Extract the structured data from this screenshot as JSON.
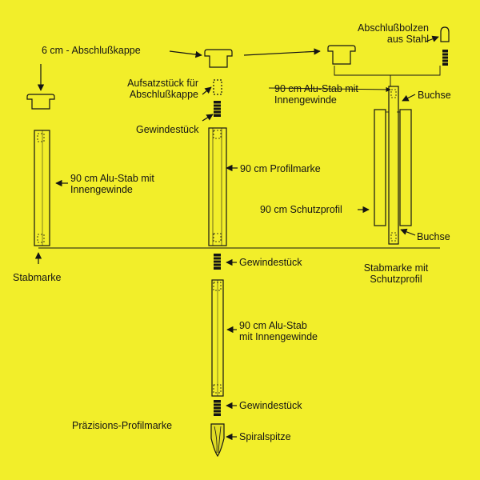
{
  "labels": {
    "cap_6cm": "6 cm - Abschlußkappe",
    "bolt_line1": "Abschlußbolzen",
    "bolt_line2": "aus Stahl",
    "adapter_line1": "Aufsatzstück für",
    "adapter_line2": "Abschlußkappe",
    "rod_right_line1": "90 cm Alu-Stab mit",
    "rod_right_line2": "Innengewinde",
    "bushing_top": "Buchse",
    "threaded_top": "Gewindestück",
    "rod_left_line1": "90 cm Alu-Stab mit",
    "rod_left_line2": "Innengewinde",
    "profile_marker": "90 cm Profilmarke",
    "protective_profile": "90 cm Schutzprofil",
    "bushing_bottom": "Buchse",
    "stabmarke": "Stabmarke",
    "stabmarke_protect_line1": "Stabmarke mit",
    "stabmarke_protect_line2": "Schutzprofil",
    "threaded_mid": "Gewindestück",
    "rod_bottom_line1": "90 cm Alu-Stab",
    "rod_bottom_line2": "mit Innengewinde",
    "threaded_bottom": "Gewindestück",
    "precision_marker": "Präzisions-Profilmarke",
    "spiral_tip": "Spiralspitze"
  },
  "colors": {
    "background": "#f2ee2a",
    "ink": "#141414"
  }
}
